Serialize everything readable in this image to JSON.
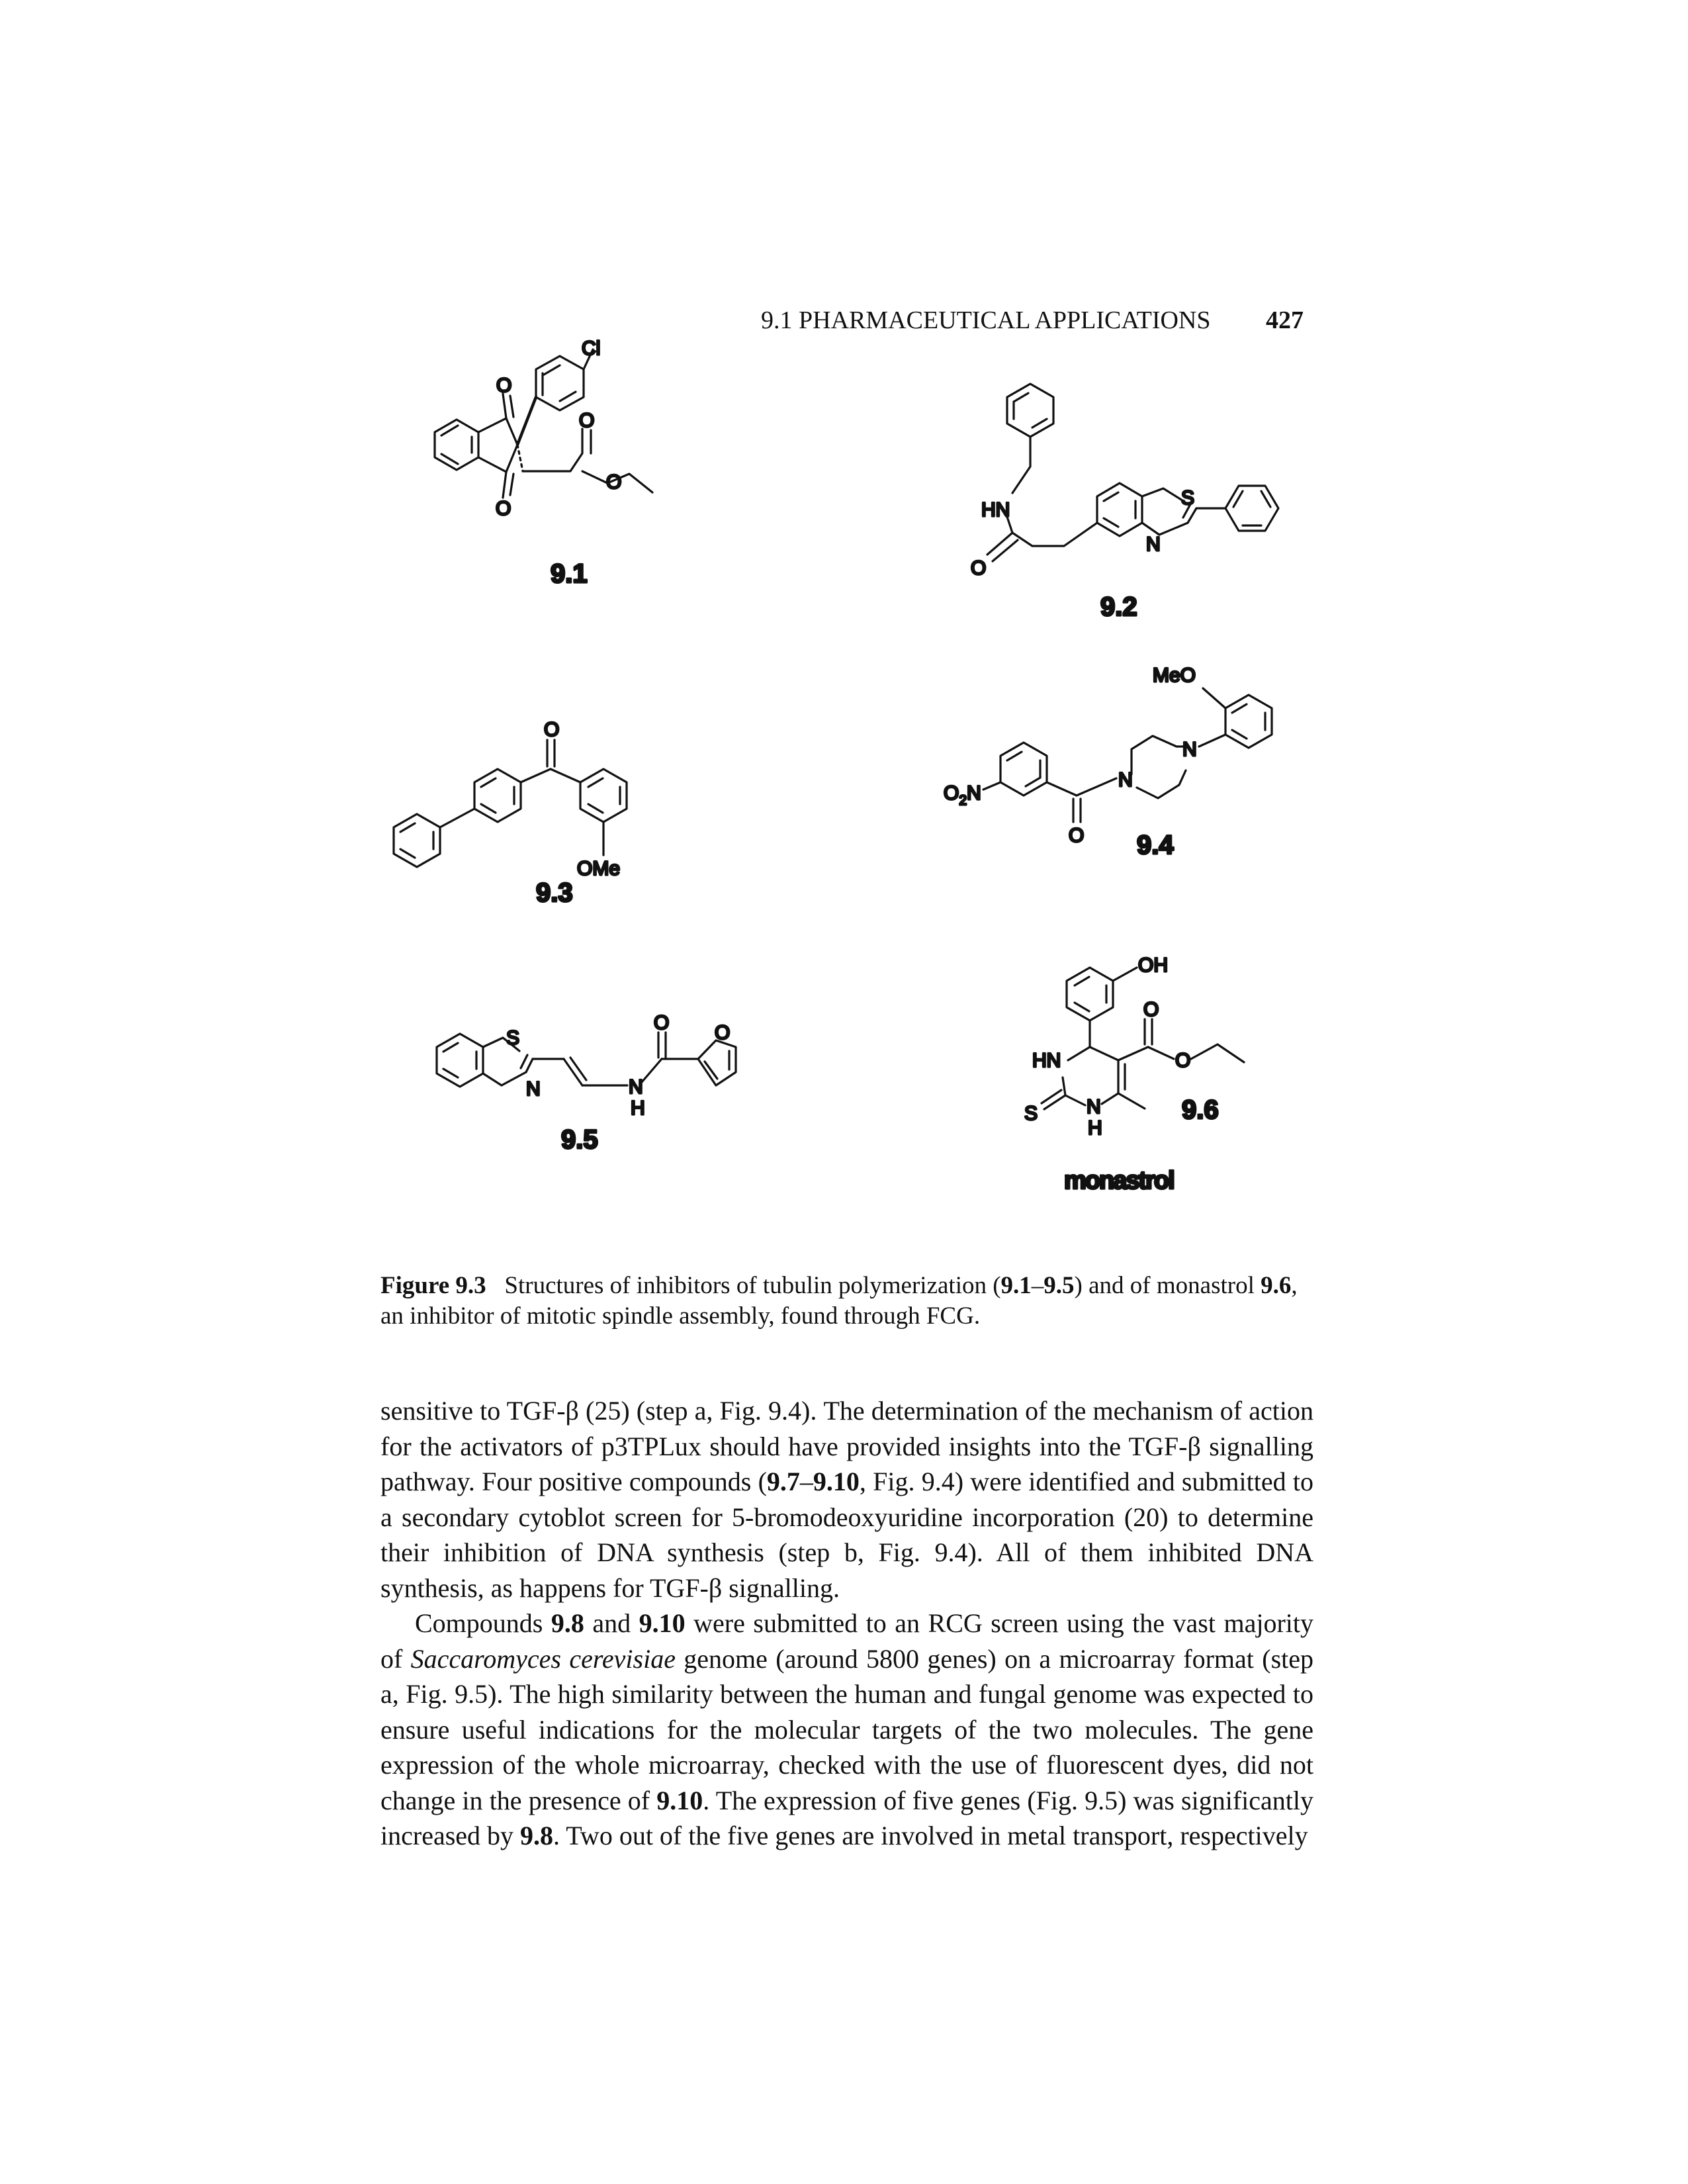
{
  "header": {
    "section": "9.1 PHARMACEUTICAL APPLICATIONS",
    "page_number": "427"
  },
  "figure": {
    "atoms": {
      "Cl": "Cl",
      "O": "O",
      "S": "S",
      "N": "N",
      "HN": "HN",
      "H": "H",
      "MeO": "MeO",
      "OMe": "OMe",
      "OH": "OH",
      "O2N_main": "O",
      "O2N_sub": "2",
      "O2N_tail": "N"
    },
    "compounds": {
      "c91": "9.1",
      "c92": "9.2",
      "c93": "9.3",
      "c94": "9.4",
      "c95": "9.5",
      "c96": "9.6"
    },
    "monastrol": "monastrol",
    "caption": {
      "label": "Figure 9.3",
      "t1": "Structures of inhibitors of tubulin polymerization (",
      "b1": "9.1",
      "t2": "–",
      "b2": "9.5",
      "t3": ") and of monastrol ",
      "b3": "9.6",
      "t4": ", an inhibitor of mitotic spindle assembly, found through FCG."
    }
  },
  "body": {
    "p1": {
      "t1": "sensitive to TGF-β (25) (step a, Fig. 9.4). The determination of the mechanism of action for the activators of p3TPLux should have provided insights into the TGF-β signalling pathway. Four positive compounds (",
      "b1": "9.7",
      "t2": "–",
      "b2": "9.10",
      "t3": ", Fig. 9.4) were identified and submitted to a secondary cytoblot screen for 5-bromodeoxyuridine incorporation (20) to determine their inhibition of DNA synthesis (step b, Fig. 9.4). All of them inhibited DNA synthesis, as happens for TGF-β signalling."
    },
    "p2": {
      "t1": "Compounds ",
      "b1": "9.8",
      "t2": " and ",
      "b2": "9.10",
      "t3": " were submitted to an RCG screen using the vast majority of ",
      "i1": "Saccaromyces cerevisiae",
      "t4": " genome (around 5800 genes) on a microarray format (step a, Fig. 9.5). The high similarity between the human and fungal genome was expected to ensure useful indications for the molecular targets of the two molecules. The gene expression of the whole microarray, checked with the use of fluorescent dyes, did not change in the presence of ",
      "b3": "9.10",
      "t5": ". The expression of five genes (Fig. 9.5) was significantly increased by ",
      "b4": "9.8",
      "t6": ". Two out of the five genes are involved in metal transport, respectively"
    }
  }
}
